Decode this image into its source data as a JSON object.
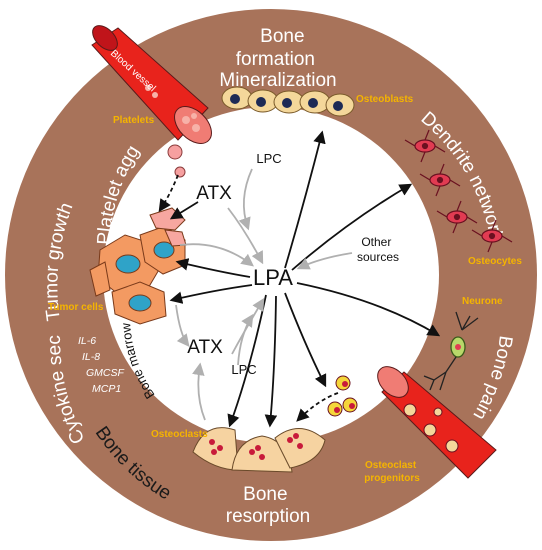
{
  "center": {
    "lpa": "LPA"
  },
  "atx_top": "ATX",
  "atx_bottom": "ATX",
  "lpc_top": "LPC",
  "lpc_bottom": "LPC",
  "other_sources": [
    "Other",
    "sources"
  ],
  "ring": {
    "bone_formation": [
      "Bone",
      "formation",
      "Mineralization"
    ],
    "dendrite_network": "Dendrite network",
    "bone_pain": "Bone pain",
    "bone_resorption": [
      "Bone",
      "resorption"
    ],
    "bone_tissue": "Bone tissue",
    "cytokine_secretion": "Cytokine secretion",
    "tumor_growth": "Tumor growth",
    "platelet_aggregation": "Platelet aggregation",
    "bone_marrow": "Bone marrow"
  },
  "labels": {
    "blood_vessel": "Blood vessel",
    "platelets": "Platelets",
    "osteoblasts": "Osteoblasts",
    "osteocytes": "Osteocytes",
    "neurone": "Neurone",
    "tumor_cells": "Tumor cells",
    "osteoclasts": "Osteoclasts",
    "osteoclast_progenitors": [
      "Osteoclast",
      "progenitors"
    ],
    "cytokines": [
      "IL-6",
      "IL-8",
      "GMCSF",
      "MCP1"
    ]
  },
  "colors": {
    "ring": "#a8735a",
    "inner": "#ffffff",
    "vessel": "#e8231c",
    "label_accent": "#f5b400",
    "tumor": "#f39a62",
    "tumor_nucleus": "#2fa3c8",
    "osteocyte": "#e13b52",
    "osteoclast": "#f6d3a1"
  }
}
